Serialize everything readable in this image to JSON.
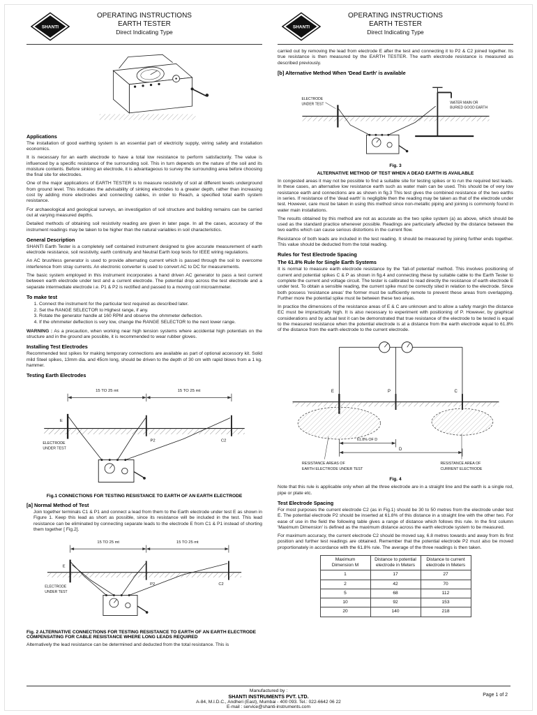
{
  "header": {
    "logo": "SHANTI",
    "line1": "OPERATING INSTRUCTIONS",
    "line2": "EARTH TESTER",
    "line3": "Direct Indicating Type"
  },
  "left": {
    "applications_title": "Applications",
    "applications_p1": "The installation of good earthing system is an essential part of electricity supply, wiring safety and installation economics.",
    "applications_p2": "It is necessary for an earth electrode to have a total low resistance to perform satisfactorily. The value is influenced by a specific resistance of the surrounding soil. This in turn depends on the nature of the soil and its moisture contents. Before sinking an electrode, it is advantageous to survey the surrounding area before choosing the final site for electrodes.",
    "applications_p3": "One of the major applications of EARTH TESTER is to measure resistivity of soil at different levels underground from ground level. This indicates the advisability of sinking electrodes to a greater depth, rather than increasing cost by adding more electrodes and connecting cables, in order to Reach, a specified total earth system resistance.",
    "applications_p4": "For archaeological and geological surveys, an investigation of soil structure and building remains can be carried out at varying measured depths.",
    "applications_p5": "Detailed methods of obtaining soil resistivity reading are given in later page. In all the cases, accuracy of the instrument readings may be taken to be higher than the natural variables in soil characteristics.",
    "general_title": "General Description",
    "general_p1": "SHANTI Earth Tester is a completely self contained instrument designed to give accurate measurement of earth electrode resistance, soil resistivity, earth continuity and Neutral Earth loop tests for IEEE wiring regulations.",
    "general_p2": "An AC brushless generator is used to provide alternating current which is passed through the soil to overcome interference from stray currents. An electronic converter is used to convert AC to DC for measurements.",
    "general_p3": "The basic system employed in this instrument incorporates a hand driven AC generator to pass a test current between earth electrode under test and a current electrode. The potential drop across the test electrode and a separate intermediate electrode i.e. P1 & P2 is rectified and passed to a moving coil microammeter.",
    "maketest_title": "To make test",
    "steps": [
      "Connect the instrument for the particular test required as described later.",
      "Set the RANGE SELECTOR to Highest range, if any.",
      "Rotate the generator handle at 160 RPM and observe the ohmmeter deflection.",
      "If the ohmmeter deflection is very low, change the RANGE SELECTOR to the next lower range."
    ],
    "warning_label": "WARNING :",
    "warning_text": "As a precaution, when working near high tension systems where accidental high potentials on the structure and in the ground are possible, it is recommended to wear rubber gloves.",
    "installing_title": "Installing Test Electrodes",
    "installing_p": "Recommended test spikes for making temporary connections are available as part of optional accessory kit. Solid mild Steel spikes, 13mm dia. and 45cm long, should be driven to the depth of 30 cm with rapid blows from a 1 kg. hammer.",
    "testing_title": "Testing Earth Electrodes",
    "fig1_caption": "Fig.1   CONNECTIONS FOR TESTING RESISTANCE TO EARTH OF AN EARTH ELECTRODE",
    "method_a_title": "[a]   Normal Method of Test",
    "method_a_p": "Join together terminals C1 & P1 and connect a lead from them to the Earth electrode under test E as shown in Figure 1. Keep this lead as short as possible, since its resistance will be included in the test. This lead resistance can be eliminated by connecting separate leads to the electrode E from C1 & P1 instead of shorting them together [ Fig.2].",
    "fig2_caption": "Fig. 2   ALTERNATIVE CONNECTIONS FOR TESTING RESISTANCE TO EARTH OF AN EARTH ELECTRODE COMPENSATING FOR CABLE RESISTANCE WHERE LONG LEADS REQUIRED",
    "alt_p": "Alternatively the lead resistance can be determined and deducted from the total resistance. This is"
  },
  "right": {
    "cont_p": "carried out by removing the lead from electrode E after the test and connecting it to P2 & C2 joined together. Its true resistance is then measured by the EARTH TESTER. The earth electrode resistance is measured as described previously.",
    "method_b_title": "[b] Alternative Method When 'Dead Earth' is available",
    "fig3_label": "Fig. 3",
    "fig3_caption": "ALTERNATIVE METHOD OF TEST WHEN A DEAD EARTH IS AVAILABLE",
    "congested_p": "In congested areas it may not be possible to find a suitable site for testing spikes or to run the required test leads. In these cases, an alternative low resistance earth such as water main can be used. This should be of very low resistance earth and connections are as shown in fig.3 This test gives the combined resistance of the two earths in series. If resistance of the 'dead earth' is negligible then the reading may be taken as that of the electrode under test. However, care must be taken in using this method since non-metallic piping and joining is commonly found in water main installations.",
    "results_p": "The results obtained by this method are not as accurate as the two spike system (a) as above, which should be used as the standard practice whenever possible. Readings are particularly affected by the distance between the two earths which can cause serious distortions in the current flow.",
    "leads_p": "Resistance of both leads are included in the test reading. It should be measured by joining further ends together. This value should be deducted from the total reading.",
    "rules_title": "Rules for Test Electrode Spacing",
    "rules_subtitle": "The 61.8% Rule for Single Earth Systems",
    "rules_p1": "It is normal to measure earth electrode resistance by the 'fall-of potential' method. This involves positioning of current and potential spikes C & P as shown in fig.4 and connecting these by suitable cable to the Earth Tester to complete the current and voltage circuit. The tester is calibrated to read directly the resistance of earth electrode E under test. To obtain a sensible reading, the current spike must be correctly sited in relation to the electrode. Since both possess 'resistance areas' the former must be sufficiently remote to prevent these areas from overlapping. Further more the potential spike must lie between these two areas.",
    "rules_p2": "In practice the dimensions of the resistance areas of E & C are unknown and to allow a safety margin the distance EC must be impractically high. It is also necessary to experiment with positioning of P. However, by graphical considerations and by actual test it can be demonstrated that true resistance of the electrode to be tested is equal to the measured resistance when the potential electrode is at a distance from the earth electrode equal to 61.8% of the distance from the earth electrode to the current electrode.",
    "fig4_label": "Fig. 4",
    "note_p": "Note that this rule is applicable only when all the three electrode are in a straight line and the earth is a single rod, pipe or plate etc.",
    "spacing_title": "Test Electrode Spacing",
    "spacing_p1": "For most purposes the current electrode C2 (as in Fig.1) should be 30 to 50 metres from the electrode under test E. The potential electrode P2 should be inserted at 61.8% of this distance in a straight line with the other two. For ease of use in the field the following table gives a range of distance which follows this rule. In the first column 'Maximum Dimension' is defined as the maximum distance across the earth electrode system to be measured.",
    "spacing_p2": "For maximum accuracy, the current electrode C2 should be moved say, 6.8 metres towards and away from its first position and further test readings are obtained. Remember that the potential electrode P2 must also be moved proportionately in accordance with the 61.8% rule. The average of the three readings is then taken.",
    "table": {
      "headers": [
        "Maximum Dimension M",
        "Distance to potential electrode in Meters",
        "Distance to current electrode in Meters"
      ],
      "rows": [
        [
          "1",
          "17",
          "27"
        ],
        [
          "2",
          "42",
          "70"
        ],
        [
          "5",
          "68",
          "112"
        ],
        [
          "10",
          "92",
          "153"
        ],
        [
          "20",
          "140",
          "218"
        ]
      ]
    }
  },
  "figures": {
    "fig1": {
      "dim1": "15 TO 25 mt",
      "dim2": "15 TO 25 mt",
      "e": "E",
      "electrode_l1": "ELECTRODE",
      "electrode_l2": "UNDER TEST",
      "p2": "P2",
      "c2": "C2"
    },
    "fig2": {
      "dim1": "15 TO 25 mt",
      "dim2": "15 TO 25 mt",
      "e": "E",
      "electrode_l1": "ELECTRODE",
      "electrode_l2": "UNDER TEST",
      "p2": "P2",
      "c2": "C2"
    },
    "fig3": {
      "electrode_l1": "ELECTRODE",
      "electrode_l2": "UNDER TEST",
      "main_l1": "WATER MAIN OR",
      "main_l2": "BURIED GOOD EARTH"
    },
    "fig4": {
      "e": "E",
      "p": "P",
      "c": "C",
      "dim_p": "61.8% OF D",
      "dim_d": "D",
      "area_e_l1": "RESISTANCE AREAS OF",
      "area_e_l2": "EARTH ELECTRODE UNDER TEST",
      "area_c_l1": "RESISTANCE AREA OF",
      "area_c_l2": "CURRENT ELECTRODE"
    }
  },
  "footer": {
    "manufactured": "Manufactured by :",
    "company": "SHANTI INSTRUMENTS PVT. LTD.",
    "address": "A-84, M.I.D.C., Andheri (East), Mumbai - 400 093. Tel.: 022-6642 06 22",
    "email": "E-mail : service@shanti-instruments.com",
    "page": "Page 1 of 2"
  }
}
